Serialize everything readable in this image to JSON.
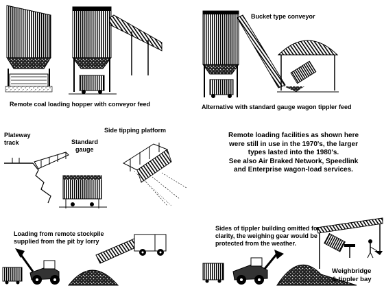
{
  "captions": {
    "remote_hopper": "Remote coal loading hopper with conveyor feed",
    "bucket_conveyor": "Bucket type conveyor",
    "wagon_tippler": "Alternative with standard gauge wagon tippler feed",
    "plateway_track_1": "Plateway",
    "plateway_track_2": "track",
    "standard_gauge_1": "Standard",
    "standard_gauge_2": "gauge",
    "side_tipping": "Side tipping platform",
    "stockpile_1": "Loading from remote stockpile",
    "stockpile_2": "supplied from the pit by lorry",
    "tippler_omitted_1": "Sides of tippler building omitted for",
    "tippler_omitted_2": "clarity, the weighing gear would be",
    "tippler_omitted_3": "protected  from the weather.",
    "weighbridge_1": "Weighbridge",
    "weighbridge_2": "& tippler bay"
  },
  "notes": {
    "line1": "Remote loading facilities as shown here",
    "line2": "were still in use in the 1970's, the larger",
    "line3": "types lasted into the 1980's.",
    "line4": "See also Air Braked Network, Speedlink",
    "line5": "and Enterprise wagon-load services."
  }
}
